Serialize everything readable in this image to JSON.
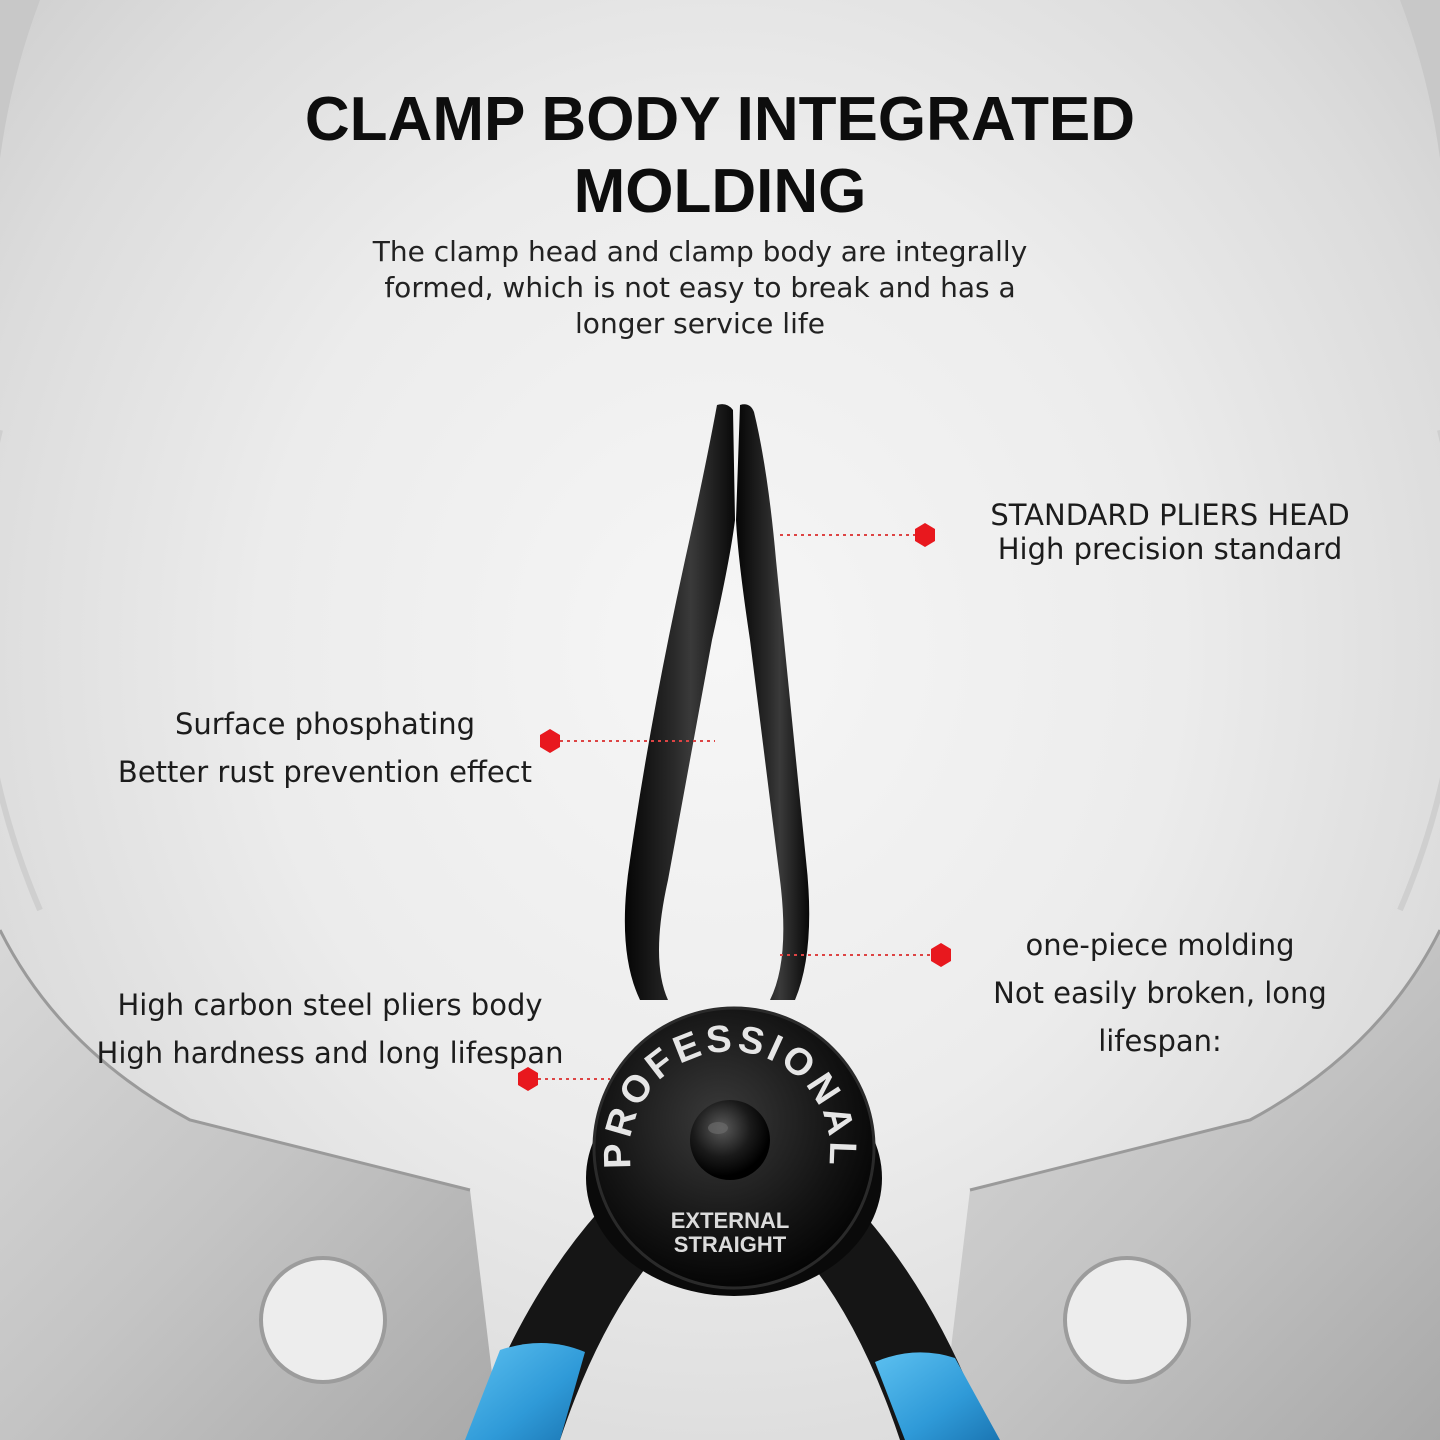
{
  "header": {
    "title_line1": "CLAMP BODY INTEGRATED",
    "title_line2": "MOLDING",
    "subtitle_line1": "The clamp head and clamp body are integrally",
    "subtitle_line2": "formed, which is not easy to break and has a",
    "subtitle_line3": "longer service life"
  },
  "callouts": {
    "head": {
      "line1": "STANDARD PLIERS HEAD",
      "line2": "High precision standard"
    },
    "surface": {
      "line1": "Surface phosphating",
      "line2": "Better rust prevention effect"
    },
    "molding": {
      "line1": "one-piece molding",
      "line2": "Not easily broken, long",
      "line3": "lifespan:"
    },
    "body": {
      "line1": "High carbon steel pliers body",
      "line2": "High hardness and long lifespan"
    }
  },
  "pivot": {
    "arc_text": "PROFESSIONAL",
    "line1": "EXTERNAL",
    "line2": "STRAIGHT"
  },
  "colors": {
    "marker": "#e8181e",
    "handle_grip": "#3aa6e0",
    "plier_body": "#151515"
  },
  "icons": [
    "hexagon-marker-icon"
  ]
}
